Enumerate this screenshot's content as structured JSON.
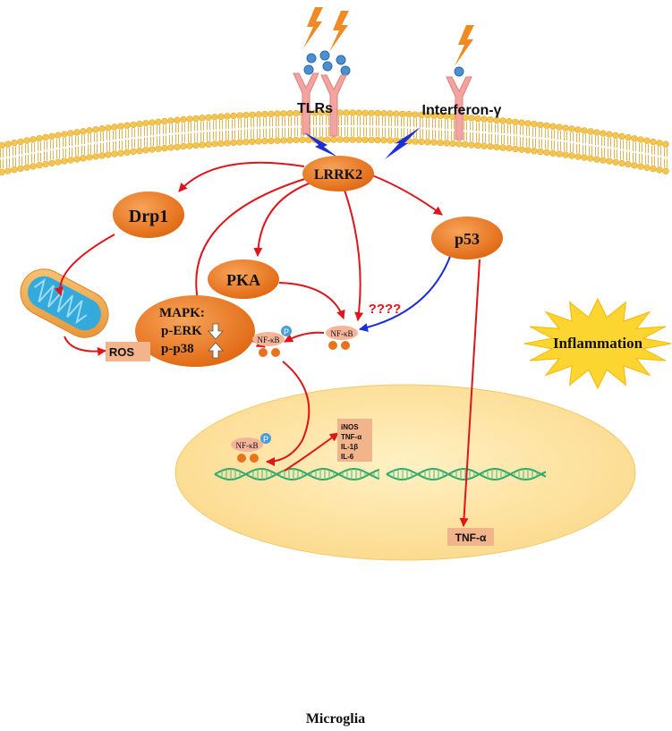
{
  "labels": {
    "tlrs": "TLRs",
    "interferon": "Interferon-γ",
    "lrrk2": "LRRK2",
    "drp1": "Drp1",
    "pka": "PKA",
    "p53": "p53",
    "mapk_title": "MAPK:",
    "mapk_erk": "p-ERK",
    "mapk_p38": "p-p38",
    "ros": "ROS",
    "nfkb": "NF-κB",
    "phospho": "P",
    "unknown": "????",
    "inflammation": "Inflammation",
    "tnf_alpha": "TNF-α",
    "cytokines": [
      "iNOS",
      "TNF-α",
      "IL-1β",
      "IL-6"
    ],
    "cell": "Microglia"
  },
  "colors": {
    "node_orange": "#e8731c",
    "arrow_red": "#e0141b",
    "arrow_blue": "#1c2fd6",
    "receptor_pink": "#f4a4a0",
    "ligand_blue": "#4a8fd0",
    "bolt_orange": "#f08a24",
    "membrane_yellow": "#f5c64e",
    "nucleus_fill": "#fde7a6",
    "dna_green": "#2ca86a",
    "star_yellow": "#fdd530",
    "label_box": "#f2b48a"
  }
}
